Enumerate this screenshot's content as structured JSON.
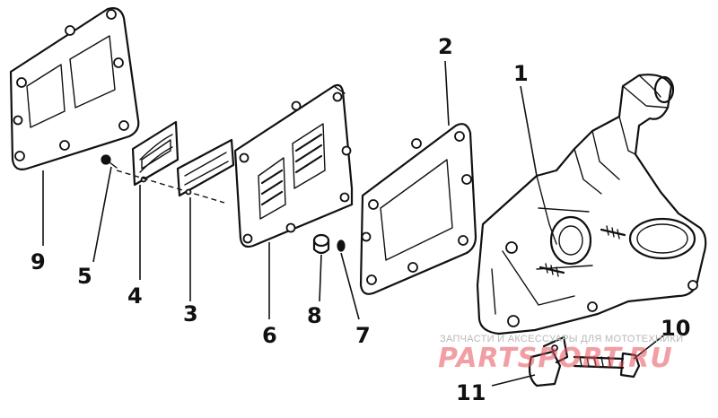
{
  "diagram": {
    "callouts": [
      {
        "id": "1",
        "text": "1"
      },
      {
        "id": "2",
        "text": "2"
      },
      {
        "id": "3",
        "text": "3"
      },
      {
        "id": "4",
        "text": "4"
      },
      {
        "id": "5",
        "text": "5"
      },
      {
        "id": "6",
        "text": "6"
      },
      {
        "id": "7",
        "text": "7"
      },
      {
        "id": "8",
        "text": "8"
      },
      {
        "id": "9",
        "text": "9"
      },
      {
        "id": "10",
        "text": "10"
      },
      {
        "id": "11",
        "text": "11"
      }
    ]
  },
  "watermark": {
    "small_text": "ЗАПЧАСТИ И АКСЕССУАРЫ ДЛЯ МОТОТЕХНИКИ",
    "brand_text": "PARTSPORT.RU",
    "color": "#e6505a"
  }
}
